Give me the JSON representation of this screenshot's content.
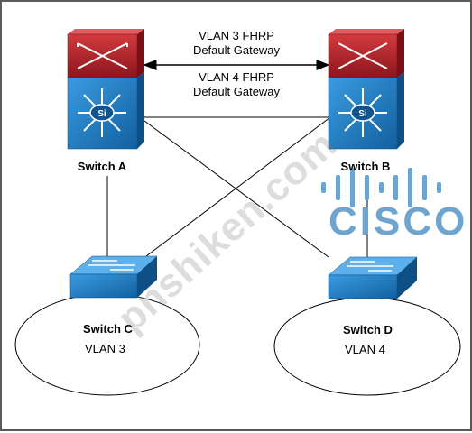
{
  "fhrp_labels": {
    "vlan3_line1": "VLAN 3 FHRP",
    "vlan3_line2": "Default Gateway",
    "vlan4_line1": "VLAN 4 FHRP",
    "vlan4_line2": "Default Gateway"
  },
  "switches": {
    "a": {
      "label": "Switch A"
    },
    "b": {
      "label": "Switch B"
    },
    "c": {
      "label": "Switch C",
      "vlan": "VLAN 3"
    },
    "d": {
      "label": "Switch D",
      "vlan": "VLAN 4"
    }
  },
  "logo": {
    "text": "CISCO"
  },
  "watermark": {
    "text": "pnshiken.com"
  },
  "colors": {
    "switch_blue": "#1f7ec4",
    "router_red": "#b3202a",
    "logo_blue": "#6da5d0"
  }
}
